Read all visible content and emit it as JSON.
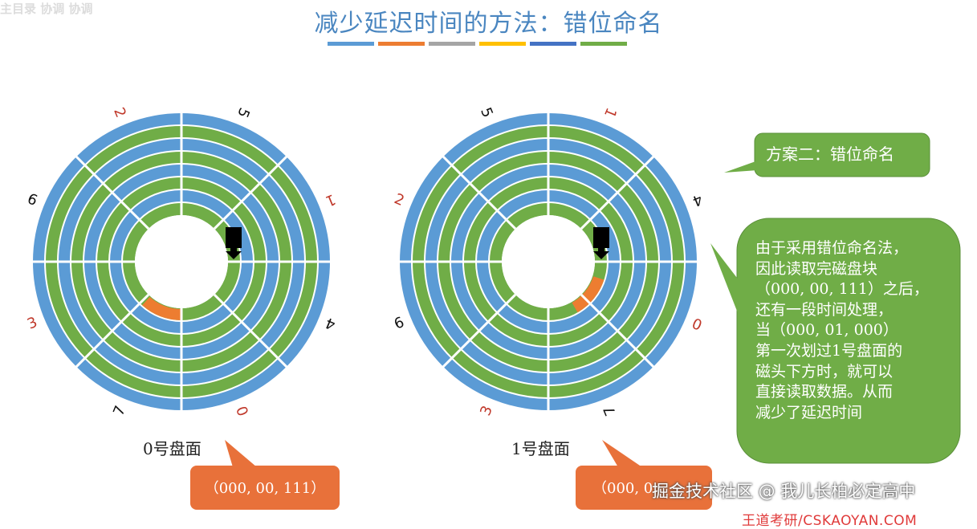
{
  "header": {
    "title": "减少延迟时间的方法：错位命名",
    "top_left_text": "主目录 协调 协调",
    "color_bars": [
      "#5b9bd5",
      "#ed7d31",
      "#a5a5a5",
      "#ffc000",
      "#4472c4",
      "#70ad47"
    ]
  },
  "colors": {
    "track_blue": "#5b9bd5",
    "track_green": "#70ad47",
    "sector_orange": "#ed7d31",
    "callout_green": "#70ad47",
    "callout_orange": "#e8713a",
    "head_black": "#000000"
  },
  "disks": [
    {
      "label": "0号盘面",
      "sector_labels": [
        {
          "text": "5",
          "color": "#111111"
        },
        {
          "text": "1",
          "color": "#c0392b"
        },
        {
          "text": "4",
          "color": "#111111"
        },
        {
          "text": "0",
          "color": "#c0392b"
        },
        {
          "text": "7",
          "color": "#111111"
        },
        {
          "text": "3",
          "color": "#c0392b"
        },
        {
          "text": "6",
          "color": "#111111"
        },
        {
          "text": "2",
          "color": "#c0392b"
        }
      ],
      "address": "（000, 00, 111）"
    },
    {
      "label": "1号盘面",
      "sector_labels": [
        {
          "text": "1",
          "color": "#c0392b"
        },
        {
          "text": "4",
          "color": "#111111"
        },
        {
          "text": "0",
          "color": "#c0392b"
        },
        {
          "text": "7",
          "color": "#111111"
        },
        {
          "text": "3",
          "color": "#c0392b"
        },
        {
          "text": "6",
          "color": "#111111"
        },
        {
          "text": "2",
          "color": "#c0392b"
        },
        {
          "text": "5",
          "color": "#111111"
        }
      ],
      "address": "（000, 0"
    }
  ],
  "callouts": {
    "scheme": "方案二：错位命名",
    "explanation_lines": [
      "由于采用错位命名法，",
      "因此读取完磁盘块",
      "（000, 00, 111）之后，",
      "还有一段时间处理，",
      "当（000, 01, 000）",
      "第一次划过1号盘面的",
      "磁头下方时，就可以",
      "直接读取数据。从而",
      "减少了延迟时间"
    ]
  },
  "watermark": "掘金技术社区 @ 我儿长柏必定高中",
  "source": "王道考研/CSKAOYAN.COM"
}
